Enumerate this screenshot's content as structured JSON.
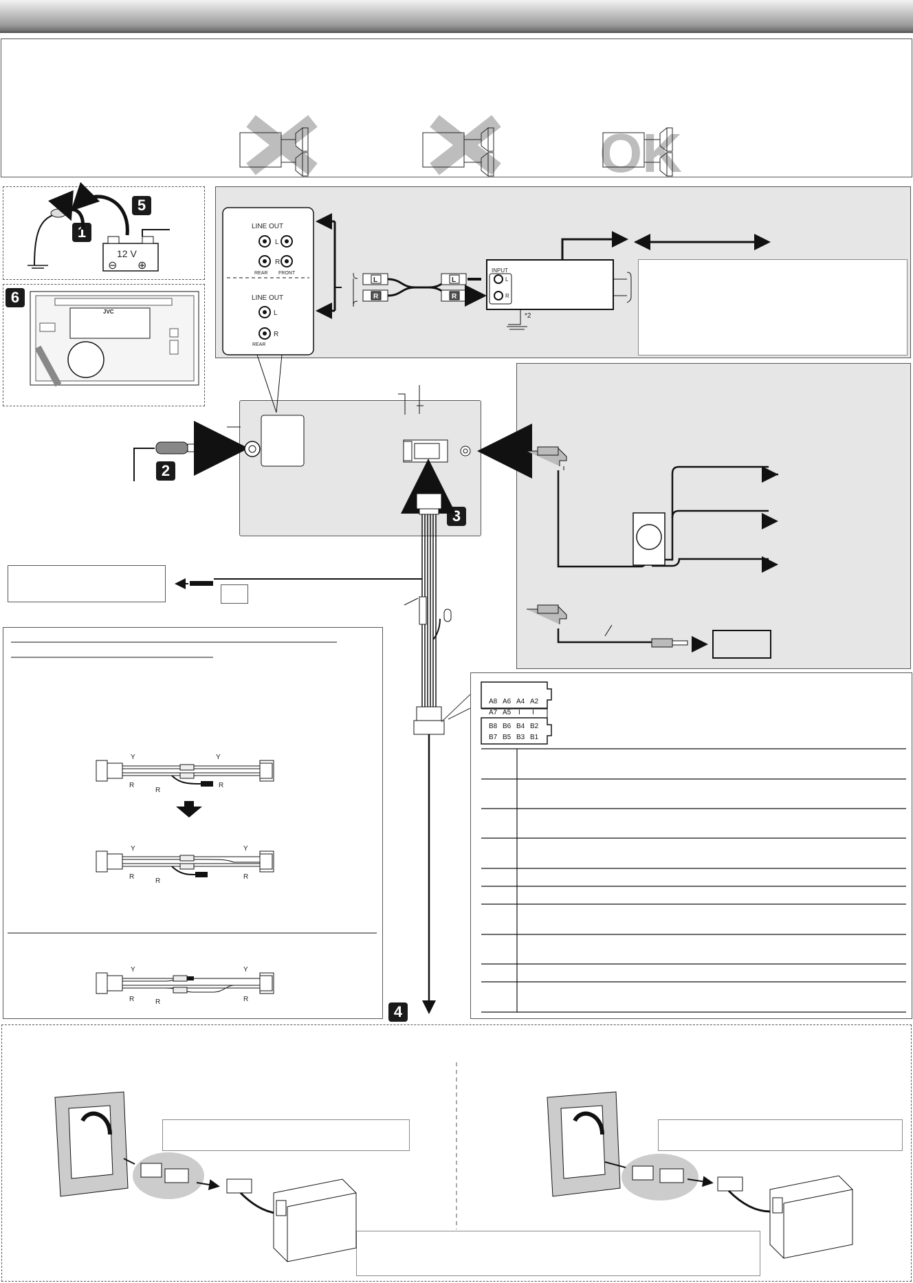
{
  "steps": [
    "1",
    "5",
    "6",
    "2",
    "3",
    "4"
  ],
  "warning": {
    "ok_label": "OK"
  },
  "battery": {
    "voltage": "12 V",
    "minus": "⊖",
    "plus": "⊕"
  },
  "front_panel": {
    "brand": "JVC"
  },
  "line_out_callout": {
    "top_title": "LINE OUT",
    "top_row1_label": "L",
    "top_row2_label": "R",
    "top_rear": "REAR",
    "top_front": "FRONT",
    "bottom_title": "LINE OUT",
    "bottom_row1_label": "L",
    "bottom_row2_label": "R",
    "bottom_rear": "REAR"
  },
  "rca": {
    "left": "L",
    "right": "R"
  },
  "amp": {
    "input": "INPUT",
    "l": "L",
    "r": "R",
    "ground_note": "*2"
  },
  "connector_pins": {
    "row_a_top": [
      "A8",
      "A6",
      "A4",
      "A2"
    ],
    "row_a_bottom": [
      "A7",
      "A5",
      "I",
      "I"
    ],
    "row_b_top": [
      "B8",
      "B6",
      "B4",
      "B2"
    ],
    "row_b_bottom": [
      "B7",
      "B5",
      "B3",
      "B1"
    ]
  },
  "harness_wire_labels": {
    "y": "Y",
    "r": "R"
  },
  "colors": {
    "panel_grey": "#e6e6e6",
    "badge": "#1a1a1a",
    "line": "#111111"
  },
  "icons": [
    "ground-icon",
    "arrow-icon",
    "speaker-icon",
    "rca-plug-icon",
    "mini-plug-icon"
  ]
}
